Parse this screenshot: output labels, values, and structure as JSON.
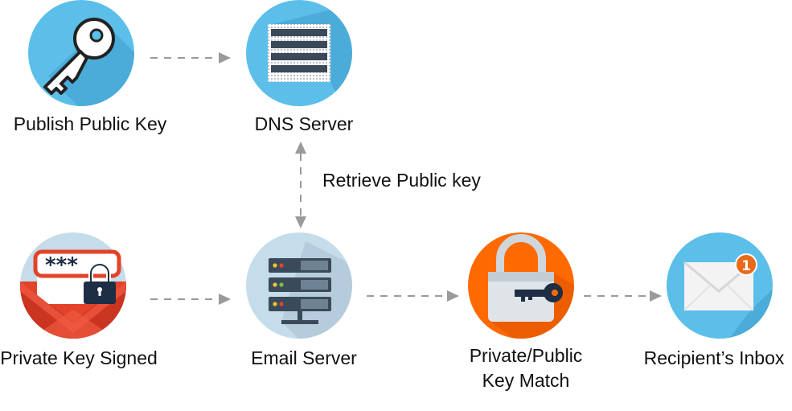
{
  "nodes": {
    "publish": {
      "label": "Publish Public Key",
      "icon": "key-icon",
      "color": "#5bbfe9"
    },
    "dns": {
      "label": "DNS Server",
      "icon": "dns-server-icon",
      "color": "#5bbfe9"
    },
    "signed": {
      "label": "Private Key Signed",
      "icon": "signed-envelope-icon",
      "color": "#c5dcea"
    },
    "email": {
      "label": "Email Server",
      "icon": "server-rack-icon",
      "color": "#c5dcea"
    },
    "match": {
      "label_line1": "Private/Public",
      "label_line2": "Key Match",
      "icon": "padlock-key-icon",
      "color": "#ff6a00"
    },
    "inbox": {
      "label": "Recipient’s Inbox",
      "icon": "envelope-notification-icon",
      "color": "#5bbfe9",
      "badge": "1"
    }
  },
  "edges": {
    "retrieve_label": "Retrieve Public key"
  },
  "password_mask": "***"
}
